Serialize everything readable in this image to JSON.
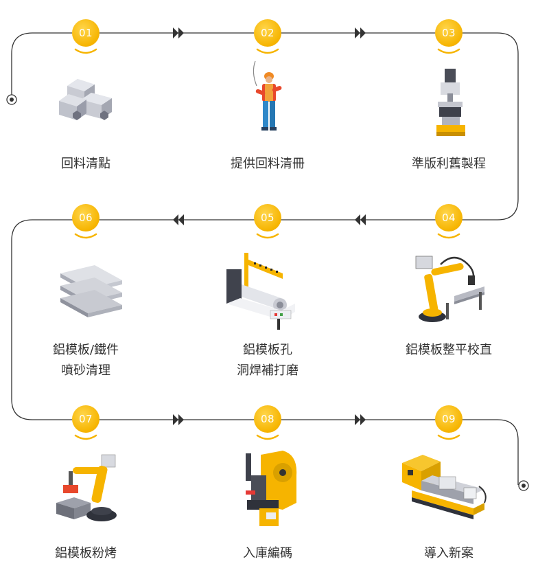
{
  "steps": [
    {
      "num": "01",
      "label": [
        "回料清點"
      ]
    },
    {
      "num": "02",
      "label": [
        "提供回料清冊"
      ]
    },
    {
      "num": "03",
      "label": [
        "準版利舊製程"
      ]
    },
    {
      "num": "04",
      "label": [
        "鋁模板整平校直"
      ]
    },
    {
      "num": "05",
      "label": [
        "鋁模板孔",
        "洞焊補打磨"
      ]
    },
    {
      "num": "06",
      "label": [
        "鋁模板/鐵件",
        "噴砂清理"
      ]
    },
    {
      "num": "07",
      "label": [
        "鋁模板粉烤"
      ]
    },
    {
      "num": "08",
      "label": [
        "入庫編碼"
      ]
    },
    {
      "num": "09",
      "label": [
        "導入新案"
      ]
    }
  ],
  "colors": {
    "accent": "#f6b400",
    "line": "#333333",
    "text": "#333333"
  },
  "icons": [
    "hex-bars-icon",
    "worker-icon",
    "drill-press-icon",
    "robot-arm-icon",
    "plate-rolling-machine-icon",
    "i-beam-stack-icon",
    "painting-robot-icon",
    "press-machine-icon",
    "lathe-icon"
  ]
}
